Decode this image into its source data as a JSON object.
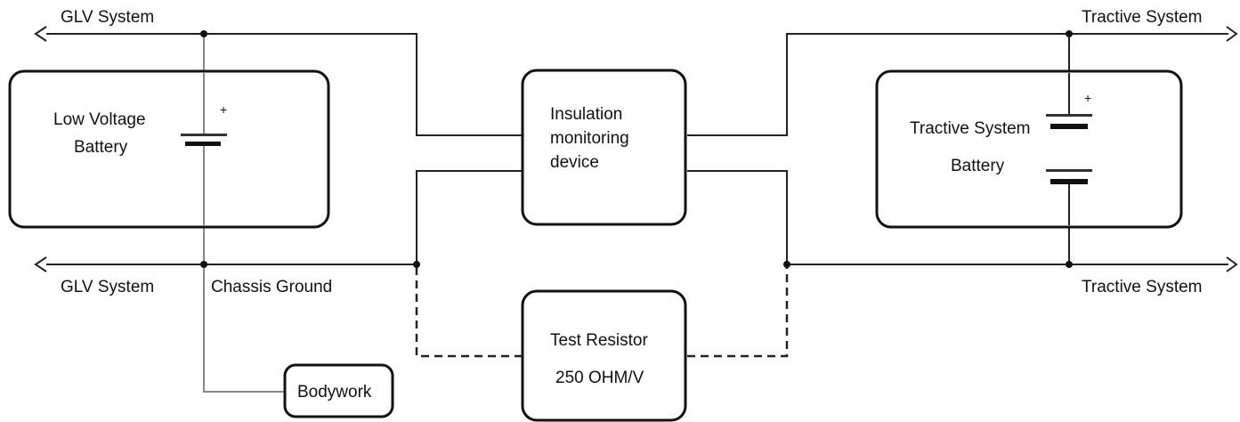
{
  "labels": {
    "glv_top": "GLV System",
    "glv_bottom": "GLV System",
    "chassis_ground": "Chassis Ground",
    "tractive_top": "Tractive System",
    "tractive_bottom": "Tractive System",
    "plus_lv": "+",
    "plus_ts": "+"
  },
  "blocks": {
    "lv_battery": [
      "Low Voltage",
      "Battery"
    ],
    "imd": [
      "Insulation",
      "monitoring",
      "device"
    ],
    "ts_battery": [
      "Tractive System",
      "Battery"
    ],
    "test_resistor": [
      "Test Resistor",
      "250 OHM/V"
    ],
    "bodywork": "Bodywork"
  }
}
